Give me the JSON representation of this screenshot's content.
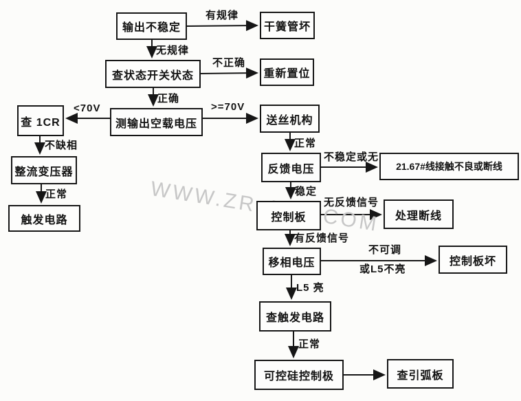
{
  "watermark": {
    "text": "WWW.ZR-ABB.COM"
  },
  "boxes": {
    "output_unstable": "输出不稳定",
    "reed_tube_bad": "干簧管坏",
    "check_switch_state": "查状态开关状态",
    "reset": "重新置位",
    "check_1cr": "查 1CR",
    "measure_no_load_voltage": "测输出空载电压",
    "wire_feeder": "送丝机构",
    "rectifier_transformer": "整流变压器",
    "feedback_voltage": "反馈电压",
    "line_21_67_bad": "21.67#线接触不良或断线",
    "trigger_circuit": "触发电路",
    "control_board": "控制板",
    "handle_broken_line": "处理断线",
    "phase_shift_voltage": "移相电压",
    "control_board_bad": "控制板坏",
    "check_trigger_circuit": "查触发电路",
    "scr_gate": "可控硅控制极",
    "check_arc_board": "查引弧板"
  },
  "labels": {
    "regular": "有规律",
    "irregular": "无规律",
    "incorrect": "不正确",
    "correct": "正确",
    "lt_70v": "<70V",
    "gte_70v": ">=70V",
    "no_phase_loss": "不缺相",
    "normal_left": "正常",
    "normal_feed": "正常",
    "unstable_or_none": "不稳定或无",
    "stable": "稳定",
    "no_feedback_signal": "无反馈信号",
    "has_feedback_signal": "有反馈信号",
    "not_adjustable": "不可调",
    "or_l5_not_lit": "或L5不亮",
    "l5_lit": "L5 亮",
    "normal_bottom": "正常"
  }
}
